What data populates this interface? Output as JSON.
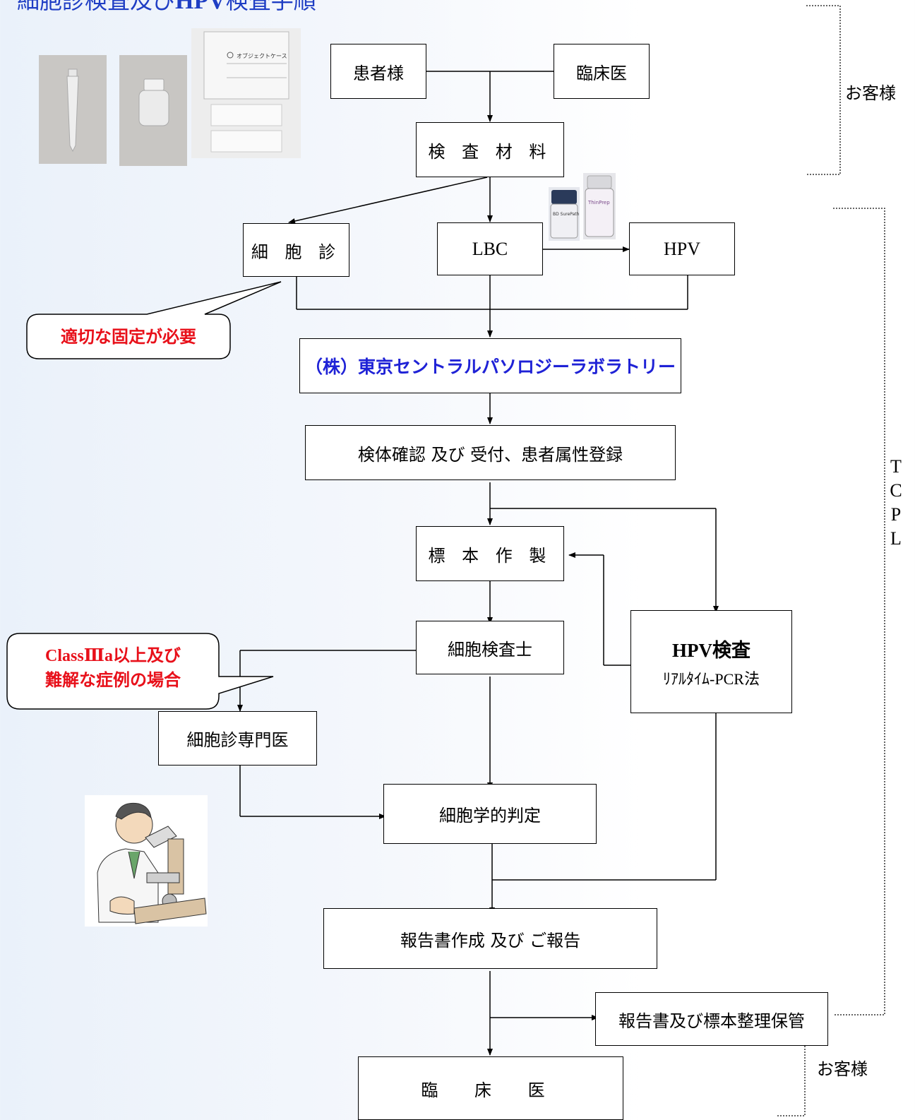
{
  "title": {
    "prefix": "細胞診検査及び",
    "bold": "HPV",
    "suffix": "検査手順"
  },
  "side_labels": {
    "customer_top": "お客様",
    "tcpl": "TCPL",
    "customer_bottom": "お客様"
  },
  "nodes": {
    "patient": "患者様",
    "clinician_top": "臨床医",
    "specimen_material": "検 査 材 料",
    "cytology": "細 胞 診",
    "lbc": "LBC",
    "hpv": "HPV",
    "lab": "（株）東京セントラルパソロジーラボラトリー",
    "reception": "検体確認 及び 受付、患者属性登録",
    "preparation": "標 本 作 製",
    "cytotechnologist": "細胞検査士",
    "hpv_test_title": "HPV検査",
    "hpv_test_method": "ﾘｱﾙﾀｲﾑ-PCR法",
    "cytopathologist": "細胞診専門医",
    "judgement": "細胞学的判定",
    "report": "報告書作成 及び ご報告",
    "storage": "報告書及び標本整理保管",
    "clinician_bottom": "臨 床 医"
  },
  "callouts": {
    "fixation": "適切な固定が必要",
    "class_line1": "ClassⅢa以上及び",
    "class_line2": "難解な症例の場合"
  },
  "photo_labels": {
    "case_label": "オブジェクトケース",
    "bottle1": "BD SurePath",
    "bottle2": "ThinPrep"
  },
  "colors": {
    "title": "#1f3ec4",
    "lab_text": "#1f22d6",
    "callout_text": "#e8101a"
  }
}
